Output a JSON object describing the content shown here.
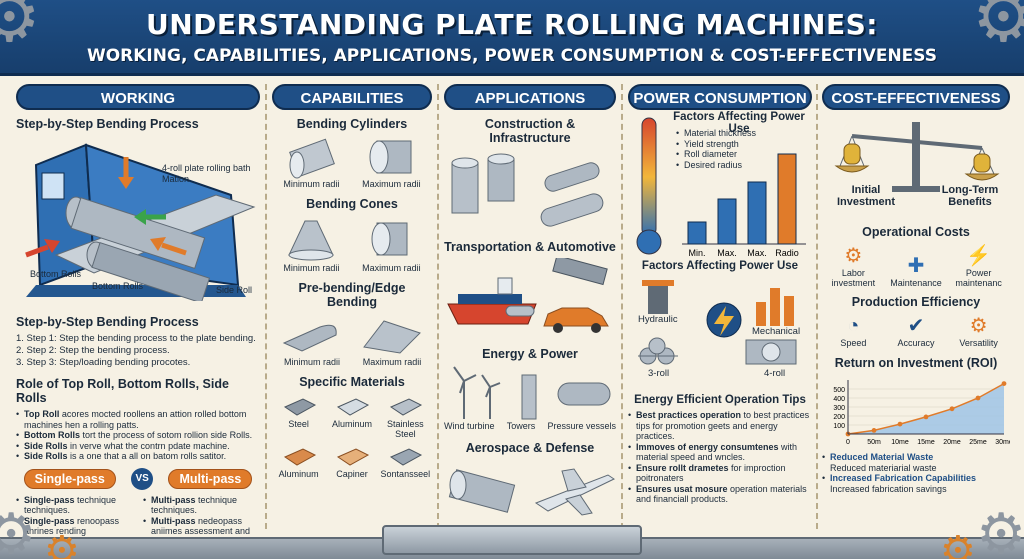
{
  "header": {
    "title": "UNDERSTANDING PLATE ROLLING MACHINES:",
    "subtitle": "WORKING, CAPABILITIES, APPLICATIONS, POWER CONSUMPTION & COST-EFFECTIVENESS"
  },
  "working": {
    "heading": "WORKING",
    "process_title": "Step-by-Step Bending Process",
    "machine_note": "4-roll plate rolling bath Mation",
    "label_bottom_rolls_1": "Bottom Rolls",
    "label_bottom_rolls_2": "Bottom Rolls",
    "label_side_roll": "Side Roll",
    "process_title_2": "Step-by-Step Bending Process",
    "steps": [
      "1. Step 1: Step the bending process to the plate bending.",
      "2. Step 2: Step the bending process.",
      "3. Step 3: Step/loading bending procotes."
    ],
    "role_title": "Role of Top Roll, Bottom Rolls, Side Rolls",
    "roles": [
      {
        "term": "Top Roll",
        "text": " acores mocted roollens an attion rolled bottom machines hen a rolling patts."
      },
      {
        "term": "Bottom Rolls",
        "text": " tort the process of sotom rollion side Rolls."
      },
      {
        "term": "Side Rolls",
        "text": " in verve what the contrn pdate machine."
      },
      {
        "term": "Side Rolls",
        "text": " is a one that a all on batom rolls satitor."
      }
    ],
    "single_pass": "Single-pass",
    "vs": "VS",
    "multi_pass": "Multi-pass",
    "single_points": [
      {
        "term": "Single-pass",
        "text": " technique techniques."
      },
      {
        "term": "Single-pass",
        "text": " renoopass anrines rending techniques."
      }
    ],
    "multi_points": [
      {
        "term": "Multi-pass",
        "text": " technique techniques."
      },
      {
        "term": "Multi-pass",
        "text": " nedeopass aniimes assessment and increased production techniques."
      }
    ]
  },
  "capabilities": {
    "heading": "CAPABILITIES",
    "cylinders_title": "Bending Cylinders",
    "cones_title": "Bending Cones",
    "edge_title": "Pre-bending/Edge Bending",
    "materials_title": "Specific Materials",
    "min_radii": "Minimum radii",
    "max_radii": "Maximum radii",
    "materials": [
      "Steel",
      "Aluminum",
      "Stainless Steel",
      "Aluminum",
      "Capiner",
      "Sontansseel"
    ]
  },
  "applications": {
    "heading": "APPLICATIONS",
    "construction": "Construction & Infrastructure",
    "transport": "Transportation & Automotive",
    "energy": "Energy & Power",
    "energy_items": [
      "Wind turbine",
      "Towers",
      "Pressure vessels"
    ],
    "aerospace": "Aerospace & Defense"
  },
  "power": {
    "heading": "POWER CONSUMPTION",
    "factors_title": "Factors Affecting Power Use",
    "factors": [
      "Material thickness",
      "Yield strength",
      "Roll diameter",
      "Desired radius"
    ],
    "bar_labels": [
      "Min.",
      "Max.",
      "Max.",
      "Radio"
    ],
    "bar_values": [
      0.22,
      0.45,
      0.62,
      0.9
    ],
    "factors_title_2": "Factors Affecting Power Use",
    "hydraulic": "Hydraulic",
    "mechanical": "Mechanical",
    "three_roll": "3-roll",
    "four_roll": "4-roll",
    "tips_title": "Energy Efficient Operation Tips",
    "tips": [
      {
        "term": "Best practices operation",
        "text": " to best practices tips for promotion geets and energy practices."
      },
      {
        "term": "Immoves of energy consumtenes",
        "text": " with material speed and wncles."
      },
      {
        "term": "Ensure rollt drametes",
        "text": " for improction poitronaters"
      },
      {
        "term": "Ensures usat mosure",
        "text": " operation materials and financiall products."
      }
    ]
  },
  "cost": {
    "heading": "COST-EFFECTIVENESS",
    "initial": "Initial Investment",
    "longterm": "Long-Term Benefits",
    "op_costs": "Operational Costs",
    "op_items": [
      "Labor investment",
      "Maintenance",
      "Power maintenanc"
    ],
    "prod_eff": "Production Efficiency",
    "prod_items": [
      "Speed",
      "Accuracy",
      "Versatility"
    ],
    "roi_title": "Return on Investment (ROI)",
    "roi_points": [
      {
        "term": "Reduced Material Waste",
        "text": "Reduced materiarial waste"
      },
      {
        "term": "Increased Fabrication Capabilities",
        "text": "Increased fabrication savings"
      }
    ]
  },
  "chart_data": {
    "type": "area",
    "title": "Return on Investment (ROI)",
    "x": [
      "0",
      "50m",
      "10me",
      "15me",
      "20me",
      "25me",
      "30me"
    ],
    "yticks": [
      100,
      200,
      300,
      400,
      500
    ],
    "values": [
      0,
      40,
      110,
      190,
      280,
      400,
      560
    ],
    "ylim": [
      0,
      600
    ]
  },
  "colors": {
    "navy": "#1f4f86",
    "orange": "#e07b2a",
    "steel": "#9aa6b2",
    "blue": "#2f6fb3"
  }
}
